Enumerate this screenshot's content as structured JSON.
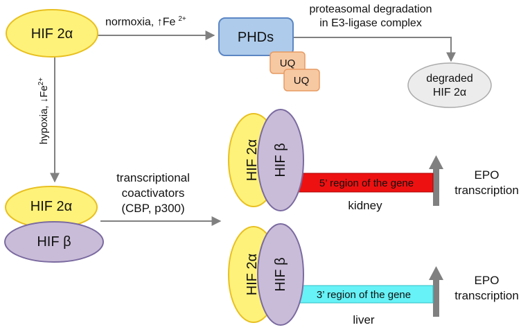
{
  "nodes": {
    "hif2a_top": "HIF 2α",
    "phds": "PHDs",
    "uq1": "UQ",
    "uq2": "UQ",
    "degraded_line1": "degraded",
    "degraded_line2": "HIF 2α",
    "hif2a_bottom": "HIF 2α",
    "hifb_bottom": "HIF β",
    "kidney_hif2a": "HIF 2α",
    "kidney_hifb": "HIF β",
    "liver_hif2a": "HIF 2α",
    "liver_hifb": "HIF β"
  },
  "edges": {
    "normoxia_text": "normoxia, ↑Fe",
    "normoxia_sup": "2+",
    "hypoxia_text": "hypoxia, ↓Fe",
    "hypoxia_sup": "2+",
    "proteasomal_line1": "proteasomal degradation",
    "proteasomal_line2": "in E3-ligase complex",
    "coactivators_line1": "transcriptional",
    "coactivators_line2": "coactivators",
    "coactivators_line3": "(CBP, p300)"
  },
  "genes": {
    "kidney_region": "5’ region of the gene",
    "kidney_label": "kidney",
    "liver_region": "3’ region of the gene",
    "liver_label": "liver"
  },
  "outputs": {
    "epo_line1": "EPO",
    "epo_line2": "transcription"
  },
  "colors": {
    "yellow_fill": "#fff27a",
    "yellow_stroke": "#e8c020",
    "purple_fill": "#c9bcd8",
    "purple_stroke": "#7a6aa0",
    "phds_fill": "#aecbeb",
    "phds_stroke": "#5b86c4",
    "uq_fill": "#f7c9a3",
    "uq_stroke": "#e79a63",
    "degraded_fill": "#ececec",
    "kidney_bar": "#ee1111",
    "liver_bar": "#66f2f6",
    "arrow": "#808080"
  }
}
